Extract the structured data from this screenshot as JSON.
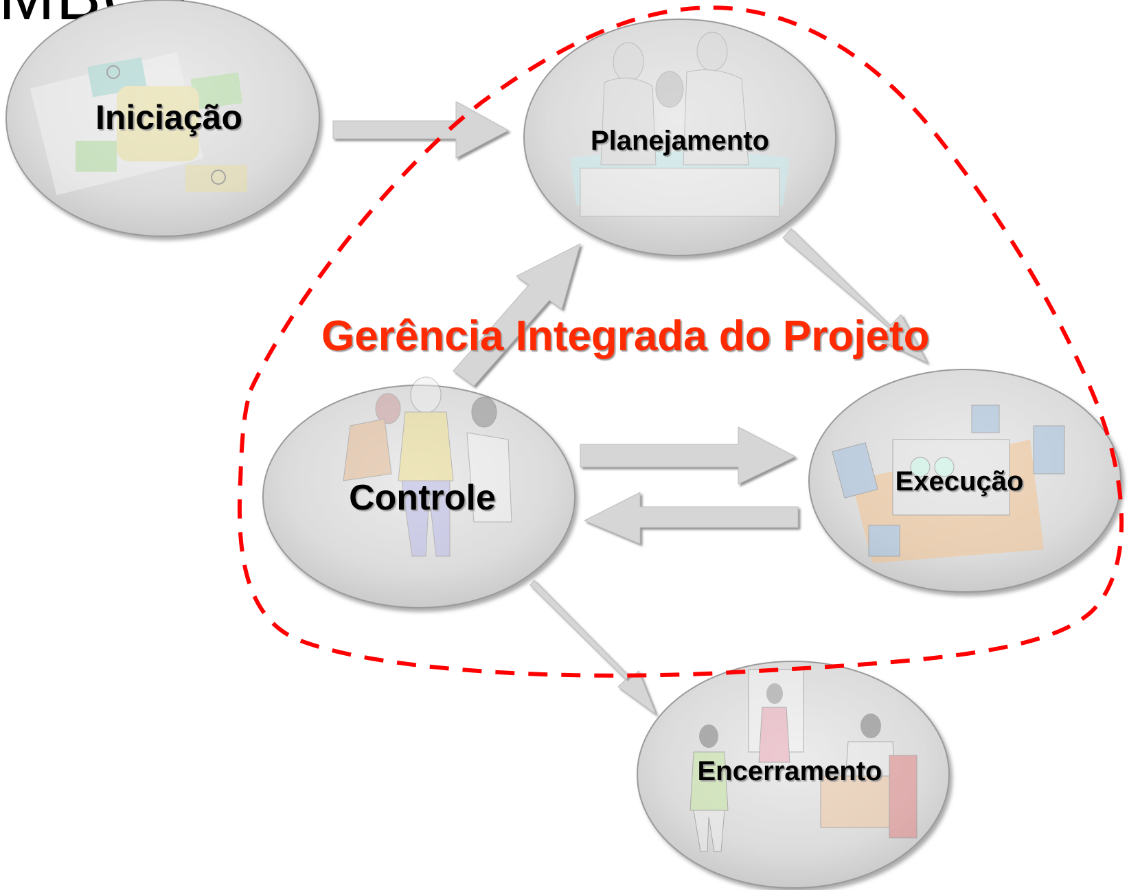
{
  "header": {
    "partial_title": "MBOK"
  },
  "diagram": {
    "center_title": "Gerência Integrada do Projeto",
    "phases": {
      "iniciacao": "Iniciação",
      "planejamento": "Planejamento",
      "controle": "Controle",
      "execucao": "Execução",
      "encerramento": "Encerramento"
    }
  },
  "colors": {
    "accent": "#ff2a00",
    "dashed_boundary": "#ff0000",
    "ellipse_fill": "#d9d9d9",
    "arrow_fill": "#d4d4d4"
  }
}
